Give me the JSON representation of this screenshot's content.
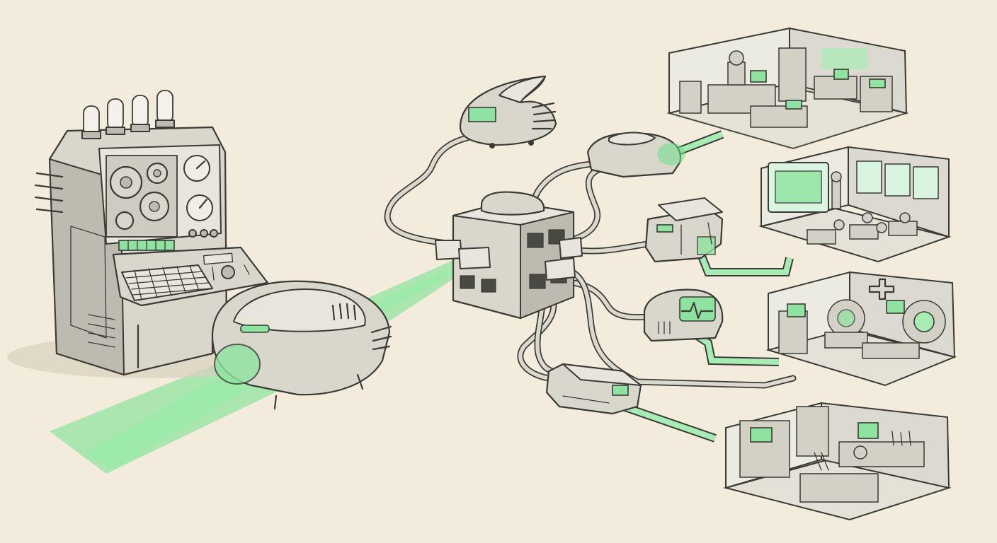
{
  "scene": {
    "background": "#f3ecdc",
    "accent_glow": "#6fe08a",
    "ink": "#3a3a36"
  },
  "components": {
    "mainframe": "vintage-mainframe-computer",
    "shuttle": "data-shuttle-vehicle",
    "hub": "network-hub-cube",
    "top_router": "top-router-device",
    "adapters": [
      "office-adapter",
      "classroom-adapter",
      "hospital-monitor-adapter",
      "lab-adapter"
    ],
    "rooms": [
      "office-room",
      "classroom-room",
      "hospital-room",
      "laboratory-room"
    ]
  },
  "icons": {
    "medical_cross": "medical-cross-icon",
    "heartbeat": "heartbeat-icon",
    "gear": "gear-icon",
    "gauge": "gauge-icon"
  }
}
